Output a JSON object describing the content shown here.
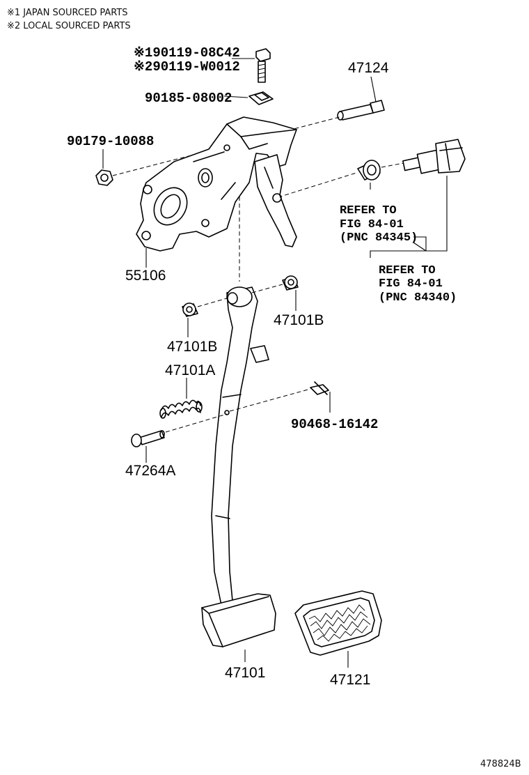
{
  "notes": [
    "※1 JAPAN SOURCED PARTS",
    "※2 LOCAL SOURCED PARTS"
  ],
  "parts": {
    "bolt_japan": "※190119-08C42",
    "bolt_local": "※290119-W0012",
    "p90185": "90185-08002",
    "p47124": "47124",
    "p90179": "90179-10088",
    "p55106": "55106",
    "p47101b_right": "47101B",
    "p47101b_left": "47101B",
    "p47101a": "47101A",
    "p90468": "90468-16142",
    "p47264a": "47264A",
    "p47101": "47101",
    "p47121": "47121"
  },
  "refs": {
    "ref1": [
      "REFER TO",
      "FIG 84-01",
      "(PNC 84345)"
    ],
    "ref2": [
      "REFER TO",
      "FIG 84-01",
      "(PNC 84340)"
    ]
  },
  "figure_id": "478824B"
}
